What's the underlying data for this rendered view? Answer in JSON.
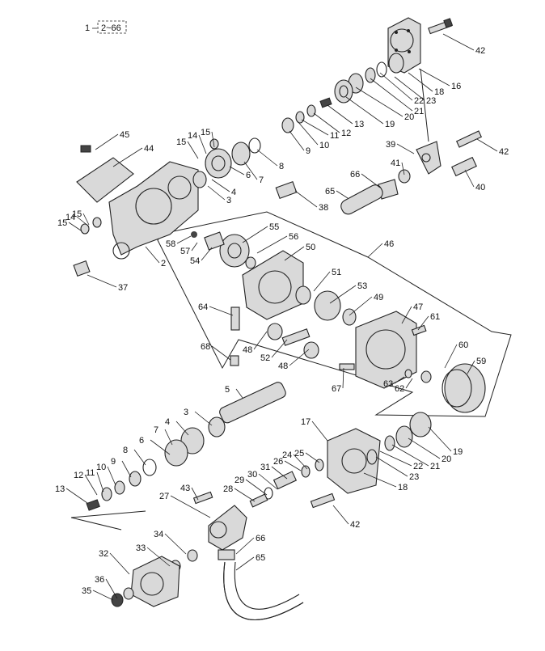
{
  "diagram": {
    "header": {
      "index": "1",
      "range": "2~66"
    },
    "callouts": [
      "42",
      "16",
      "18",
      "23",
      "22",
      "21",
      "20",
      "19",
      "13",
      "12",
      "11",
      "10",
      "9",
      "8",
      "42",
      "39",
      "41",
      "66",
      "40",
      "65",
      "15",
      "14",
      "15",
      "45",
      "44",
      "7",
      "6",
      "4",
      "3",
      "38",
      "15",
      "14",
      "15",
      "2",
      "37",
      "46",
      "55",
      "56",
      "50",
      "58",
      "57",
      "54",
      "51",
      "53",
      "49",
      "47",
      "61",
      "64",
      "68",
      "48",
      "52",
      "48",
      "60",
      "59",
      "67",
      "63",
      "62",
      "5",
      "3",
      "4",
      "7",
      "6",
      "8",
      "9",
      "10",
      "11",
      "12",
      "13",
      "17",
      "19",
      "20",
      "21",
      "22",
      "23",
      "18",
      "42",
      "24",
      "25",
      "26",
      "31",
      "30",
      "29",
      "28",
      "43",
      "27",
      "34",
      "66",
      "33",
      "32",
      "65",
      "36",
      "35"
    ]
  }
}
